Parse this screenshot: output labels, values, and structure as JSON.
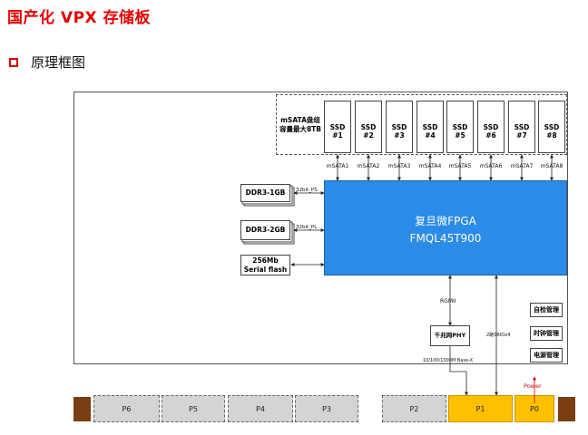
{
  "title": "国产化 VPX  存储板",
  "section_label": "原理框图",
  "msata_group": {
    "line1": "mSATA盘组",
    "line2": "容量最大8TB"
  },
  "ssds": [
    "SSD #1",
    "SSD #2",
    "SSD #3",
    "SSD #4",
    "SSD #5",
    "SSD #6",
    "SSD #7",
    "SSD #8"
  ],
  "ssd_links": [
    "mSATA1",
    "mSATA2",
    "mSATA3",
    "mSATA4",
    "mSATA5",
    "mSATA6",
    "mSATA7",
    "mSATA8"
  ],
  "fpga": {
    "line1": "复旦微FPGA",
    "line2": "FMQL45T900"
  },
  "memory": {
    "ddr_ps": "DDR3-1GB",
    "ddr_pl": "DDR3-2GB",
    "flash_line1": "256Mb",
    "flash_line2": "Serial flash",
    "bus_ps": "32bit_PS",
    "bus_pl": "32bit_PL"
  },
  "rgmii": "RGMII",
  "phy": "千兆网PHY",
  "eth_label": "10/100/1000M Base-X",
  "srio_label": "2路SRIOx4",
  "management": [
    "自检管理",
    "时钟管理",
    "电源管理"
  ],
  "power_label": "Power",
  "connectors": [
    "P6",
    "P5",
    "P4",
    "P3",
    "P2",
    "P1",
    "P0"
  ],
  "colors": {
    "title": "#e60000",
    "fpga": "#2b8be8",
    "gold": "#ffc000",
    "endcap": "#7a3e12",
    "grey": "#d4d4d4"
  }
}
